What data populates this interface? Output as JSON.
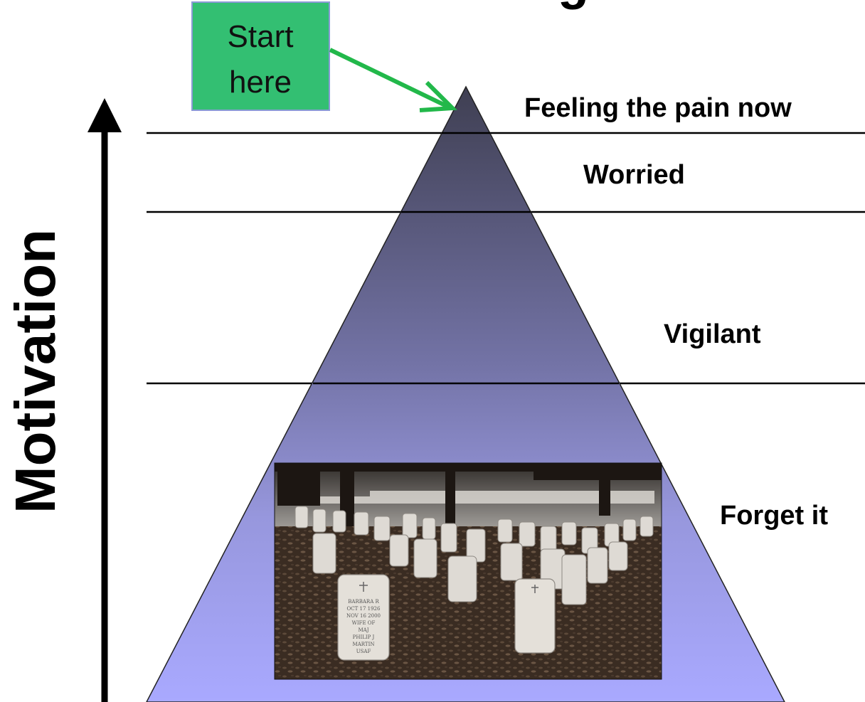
{
  "title_fragment": "g",
  "axis": {
    "label": "Motivation"
  },
  "callout": {
    "line1": "Start",
    "line2": "here",
    "fill_color": "#33bf72",
    "border_color": "#8a9ad6",
    "arrow_color": "#22b84a"
  },
  "levels": [
    {
      "label": "Feeling the pain now"
    },
    {
      "label": "Worried"
    },
    {
      "label": "Vigilant"
    },
    {
      "label": "Forget it"
    }
  ],
  "pyramid": {
    "top_color": "#3f3f52",
    "bottom_color": "#a9a9ff"
  },
  "photo": {
    "subject": "military cemetery with rows of white headstones",
    "headstone_front_lines": [
      "BARBARA R",
      "OCT 17 1926",
      "NOV 16 2000",
      "WIFE OF",
      "MAJ",
      "PHILIP J",
      "MARTIN",
      "USAF"
    ]
  }
}
